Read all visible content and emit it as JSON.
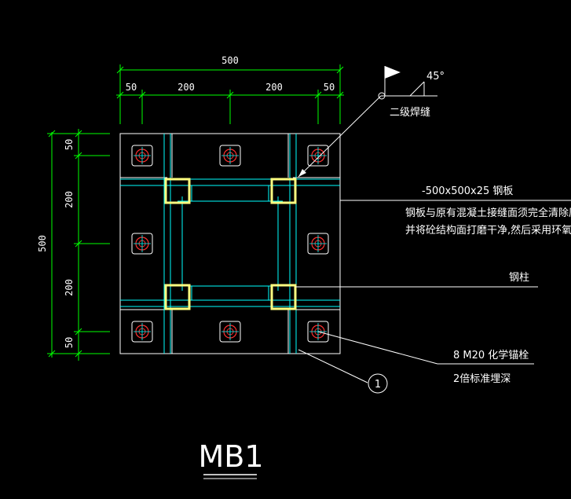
{
  "title": "MB1",
  "dimensions": {
    "top_total": "500",
    "top_parts": [
      "50",
      "200",
      "200",
      "50"
    ],
    "left_total": "500",
    "left_parts": [
      "50",
      "200",
      "200",
      "50"
    ]
  },
  "weld": {
    "angle": "45°",
    "label": "二级焊缝"
  },
  "annotations": {
    "plate_spec": "-500x500x25 钢板",
    "plate_note_line1": "钢板与原有混凝土接缝面须完全清除原有建筑",
    "plate_note_line2": "并将砼结构面打磨干净,然后采用环氧树脂石",
    "column": "钢柱",
    "anchor_spec": "8 M20 化学锚栓",
    "anchor_depth": "2倍标准埋深",
    "callout_number": "1"
  },
  "colors": {
    "background": "#000000",
    "dimension": "#00ff00",
    "outline": "#ffffff",
    "stiffener": "#00ffff",
    "column": "#ffff80",
    "bolt": "#ff3030"
  }
}
